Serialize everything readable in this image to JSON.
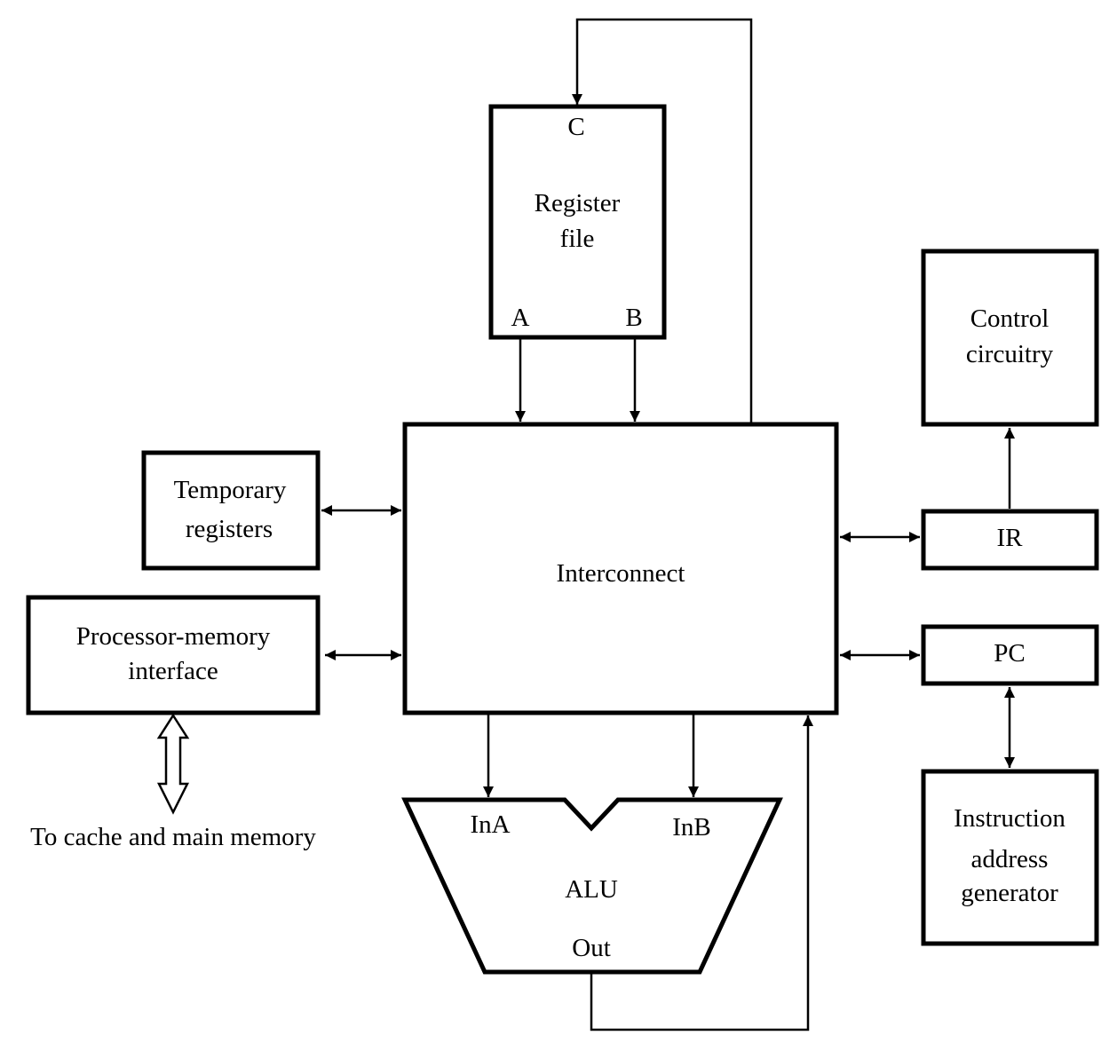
{
  "register_file": {
    "label_line1": "Register",
    "label_line2": "file",
    "port_c": "C",
    "port_a": "A",
    "port_b": "B"
  },
  "interconnect": {
    "label": "Interconnect"
  },
  "temporary_registers": {
    "label_line1": "Temporary",
    "label_line2": "registers"
  },
  "processor_memory_interface": {
    "label_line1": "Processor-memory",
    "label_line2": "interface"
  },
  "memory_note": "To cache and main memory",
  "alu": {
    "in_a": "InA",
    "in_b": "InB",
    "label": "ALU",
    "out": "Out"
  },
  "control_circuitry": {
    "label_line1": "Control",
    "label_line2": "circuitry"
  },
  "ir": {
    "label": "IR"
  },
  "pc": {
    "label": "PC"
  },
  "instruction_address_generator": {
    "label_line1": "Instruction",
    "label_line2": "address",
    "label_line3": "generator"
  }
}
